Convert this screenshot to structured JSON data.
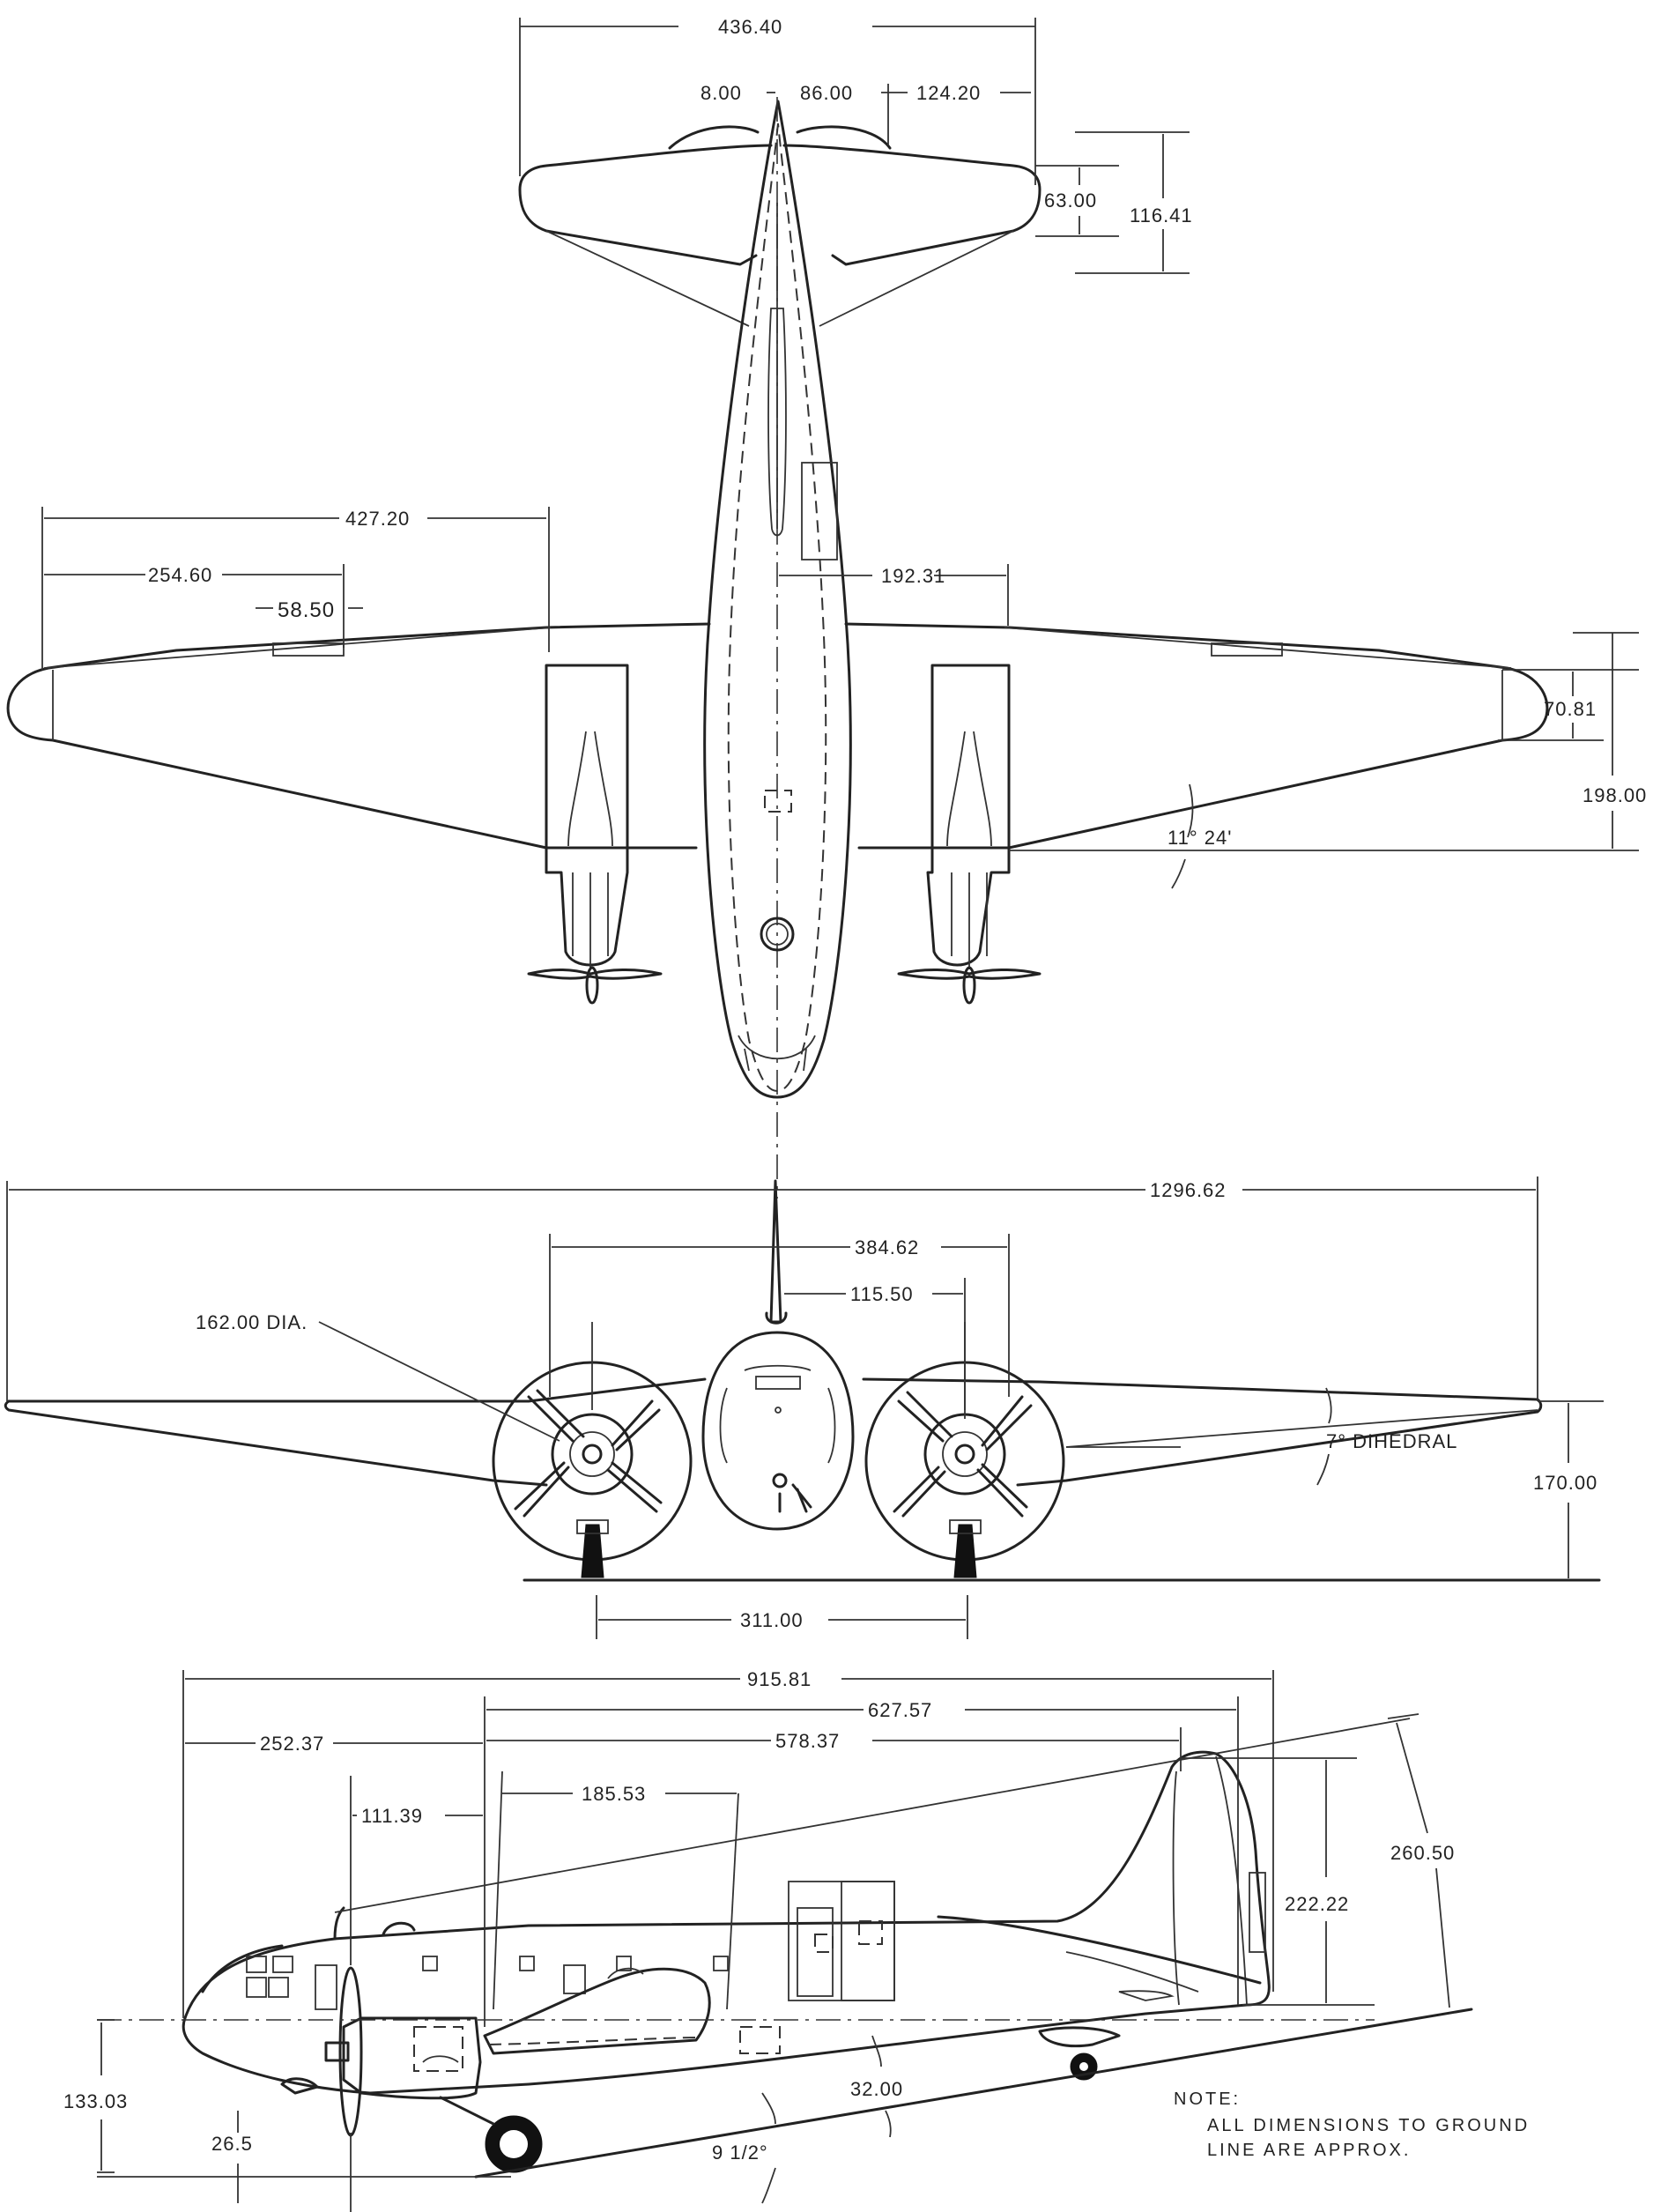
{
  "top_view": {
    "dims": {
      "stab_span": "436.40",
      "stab_a": "8.00",
      "stab_b": "86.00",
      "stab_c": "124.20",
      "stab_chord": "63.00",
      "tail_length": "116.41",
      "half_span": "427.20",
      "outer_wing": "254.60",
      "aileron": "58.50",
      "engine_offset": "192.31",
      "tip_chord": "70.81",
      "root_chord": "198.00",
      "sweep": "11° 24'"
    }
  },
  "front_view": {
    "dims": {
      "span": "1296.62",
      "engine_spacing": "384.62",
      "fin_offset": "115.50",
      "prop_dia": "162.00 DIA.",
      "dihedral": "7° DIHEDRAL",
      "height": "170.00",
      "track": "311.00"
    }
  },
  "side_view": {
    "dims": {
      "length": "915.81",
      "dim_627": "627.57",
      "dim_578": "578.37",
      "nose_to_wing": "252.37",
      "dim_185": "185.53",
      "dim_111": "111.39",
      "tail_height": "222.22",
      "diag_height": "260.50",
      "ground_height": "133.03",
      "prop_clearance": "26.5",
      "dim_32": "32.00",
      "ground_angle": "9 1/2°"
    },
    "note": {
      "title": "NOTE:",
      "line1": "ALL DIMENSIONS TO GROUND",
      "line2": "LINE ARE APPROX."
    }
  }
}
